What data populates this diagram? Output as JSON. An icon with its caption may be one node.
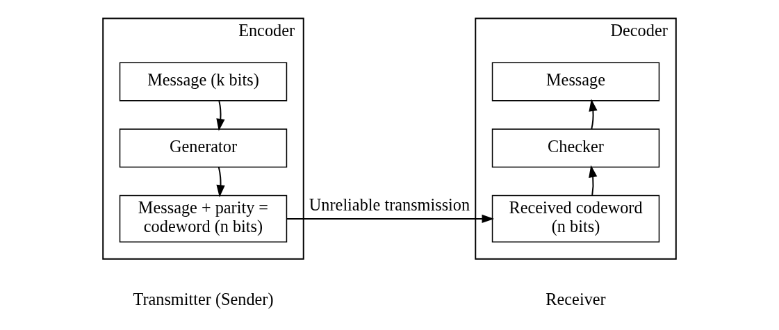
{
  "diagram": {
    "nodes": [
      {
        "text": [
          "Encoder"
        ],
        "beside": [
          "Transmitter (Sender)"
        ]
      },
      {
        "text": [
          "Message (k bits)"
        ],
        "in": 0
      },
      {
        "text": [
          "Generator"
        ],
        "in": 0
      },
      {
        "text": [
          "Message + parity = codeword (n bits)"
        ],
        "in": 0
      },
      {
        "text": [
          "Decoder"
        ],
        "beside": [
          "Receiver"
        ]
      },
      {
        "text": [
          "Message"
        ],
        "in": 4
      },
      {
        "text": [
          "Checker"
        ],
        "in": 4
      },
      {
        "text": [
          "Received codeword (n bits)"
        ],
        "in": 4
      }
    ],
    "edges": [
      {
        "from": 1,
        "to": 2,
        "arrow": "to"
      },
      {
        "from": 2,
        "to": 3,
        "arrow": "to"
      },
      {
        "from": 3,
        "to": 7,
        "arrow": "to",
        "label": "Unreliable transmission"
      },
      {
        "from": 7,
        "to": 6,
        "arrow": "to"
      },
      {
        "from": 6,
        "to": 5,
        "arrow": "to"
      }
    ]
  }
}
